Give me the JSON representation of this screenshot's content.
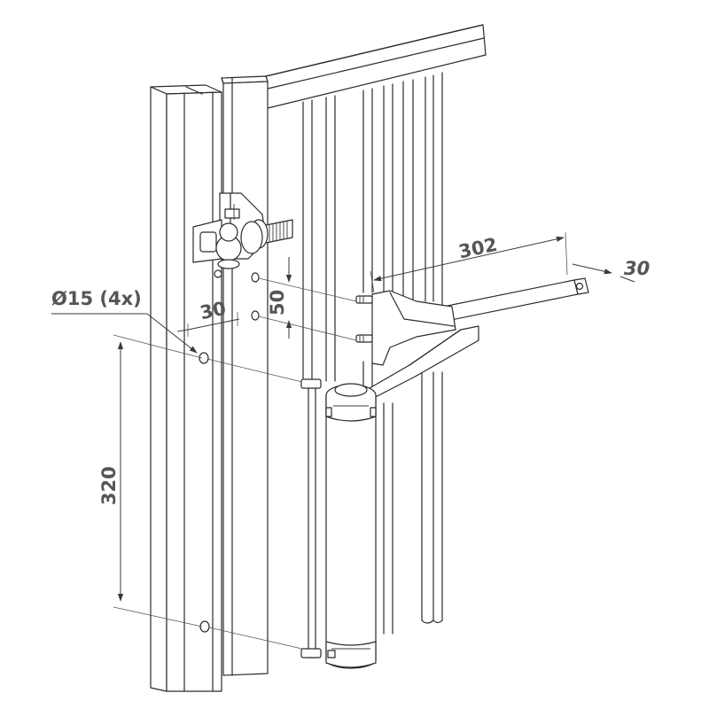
{
  "labels": {
    "hole_diameter": "Ø15 (4x)",
    "offset_width": "30",
    "hole_spacing": "50",
    "arm_length": "302",
    "arm_width": "30",
    "bracket_spacing": "320"
  }
}
